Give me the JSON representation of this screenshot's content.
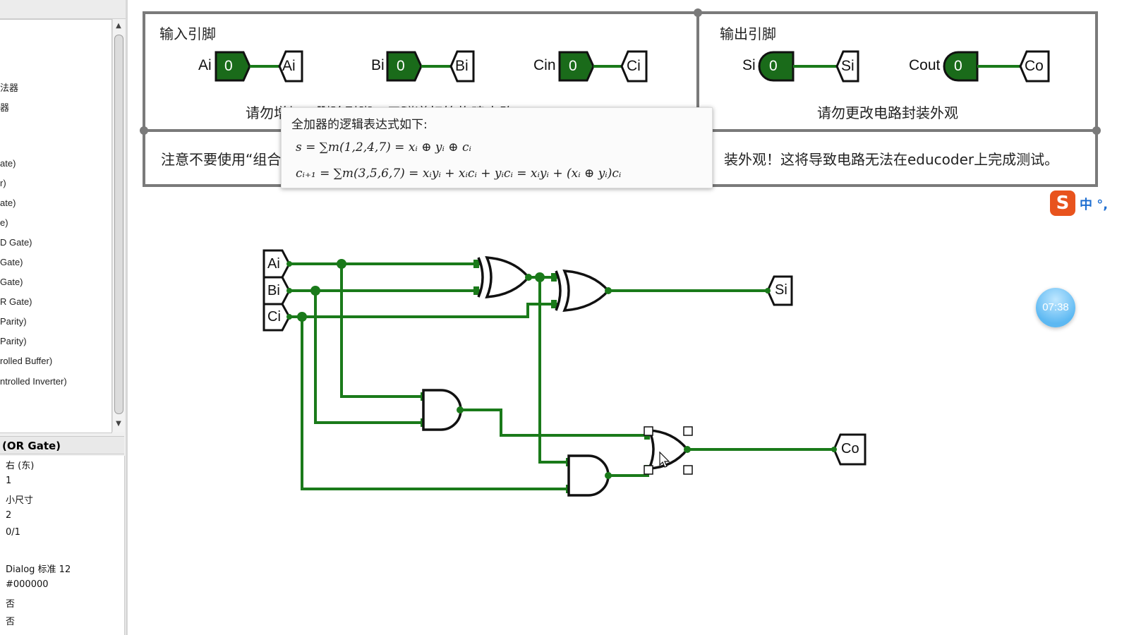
{
  "tree_items": [
    "法器",
    "器",
    "ate)",
    "r)",
    "ate)",
    "e)",
    "D Gate)",
    "Gate)",
    "Gate)",
    "R Gate)",
    "Parity)",
    "Parity)",
    "rolled Buffer)",
    "ntrolled Inverter)"
  ],
  "attr_title": "(OR Gate)",
  "attr_rows": [
    "右 (东)",
    "1",
    "小尺寸",
    "2",
    "0/1",
    "",
    "Dialog 标准 12",
    "#000000",
    "否",
    "否"
  ],
  "input_box": {
    "caption": "输入引脚",
    "pins": [
      {
        "label": "Ai",
        "value": "0",
        "tunnel": "Ai"
      },
      {
        "label": "Bi",
        "value": "0",
        "tunnel": "Bi"
      },
      {
        "label": "Cin",
        "value": "0",
        "tunnel": "Ci"
      }
    ],
    "note": "请勿增加、删除引脚，用隧道标签构建电路"
  },
  "output_box": {
    "caption": "输出引脚",
    "pins": [
      {
        "label": "Si",
        "value": "0",
        "tunnel": "Si"
      },
      {
        "label": "Cout",
        "value": "0",
        "tunnel": "Co"
      }
    ],
    "note": "请勿更改电路封装外观"
  },
  "warning_left": "注意不要使用“组合",
  "warning_right": "装外观！这将导致电路无法在educoder上完成测试。",
  "tooltip": {
    "title": "全加器的逻辑表达式如下:",
    "eq1": "s = ∑m(1,2,4,7) = xᵢ ⊕ yᵢ ⊕ cᵢ",
    "eq2": "cᵢ₊₁ = ∑m(3,5,6,7) = xᵢyᵢ + xᵢcᵢ + yᵢcᵢ = xᵢyᵢ + (xᵢ ⊕ yᵢ)cᵢ"
  },
  "circuit": {
    "tunnels_in": [
      "Ai",
      "Bi",
      "Ci"
    ],
    "tunnels_out": [
      "Si",
      "Co"
    ],
    "wire_color": "#1a7a1a"
  },
  "ime": {
    "logo": "S",
    "text": "中 °,"
  },
  "timer": "07:38"
}
